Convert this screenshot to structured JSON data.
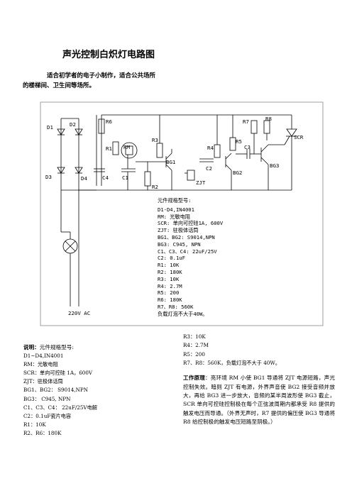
{
  "title": "声光控制白炽灯电路图",
  "intro": {
    "line1": "适合初学者的电子小制作，适合公共场所",
    "line2": "的楼梯间、卫生间等场所。"
  },
  "schematic": {
    "labels": {
      "d1": "D1",
      "d2": "D2",
      "d3": "D3",
      "d4": "D4",
      "r6": "R6",
      "r1": "R1",
      "rm": "RM",
      "r3": "R3",
      "r2": "R2",
      "bg1": "BG1",
      "c4": "C4",
      "c1": "C1",
      "r4": "R4",
      "r5": "R5",
      "c2": "C2",
      "bg2": "BG2",
      "zjt": "ZJT",
      "r7": "R7",
      "r8": "R8",
      "c3": "C3",
      "bg3": "BG3",
      "scr": "SCR",
      "ac": "220V AC"
    },
    "spec_title": "元件规格型号:",
    "spec_lines": [
      "D1-D4,IN4001",
      "RM: 光敏电阻",
      "SCR: 单向可控硅1A, 600V",
      "ZJT: 驻极体话筒",
      "BG1、BG2: S9014,NPN",
      "BG3: C945, NPN",
      "C1、C3、C4: 22uF/25V",
      "C2: 0.1uF",
      "R1: 10K",
      "R2: 180K",
      "R3: 10K",
      "R4: 2.7M",
      "R5: 200",
      "R6: 180K",
      "R7、R8: 560K",
      "负载灯泡不大于40W。"
    ]
  },
  "notes_left": {
    "heading_bold": "说明：",
    "heading_rest": "元件规格型号:",
    "lines": [
      "D1~D4,IN4001",
      "RM：光敏电阻",
      "SCR：单向可控硅 1A，600V",
      "ZJT：驻极体话筒",
      "BG1、BG2： S9014,NPN",
      "BG3： C945, NPN",
      "C1、C3、C4： 22uF/25V电解",
      "C2：0.1uF瓷片电容",
      "R1：10K",
      "R2、R6：180K"
    ]
  },
  "notes_right": {
    "lines": [
      "R3：10K",
      "R4：2.7M",
      "R5：200",
      "R7、R8：560K，负载灯泡不大于 40W。"
    ],
    "principle_head": "工作原理",
    "principle_body": "：亮环境 RM 小使 BG1 导通将 ZJT 电源短路，声光控制失效。暗则 ZJT 有电源，外界声音使 BG2 接受音频并放大，再给 BG3 进一步放大，音频的某半周波形使 BG3 截止，SCR 单向可控硅控制极在每个正弦波周期内都承受 R8 提供的触发电压而导通。（外界无声时，R7 提供的偏压使 BG3 导通将 R8 给控制极的触发电压短路至阴极。）"
  }
}
